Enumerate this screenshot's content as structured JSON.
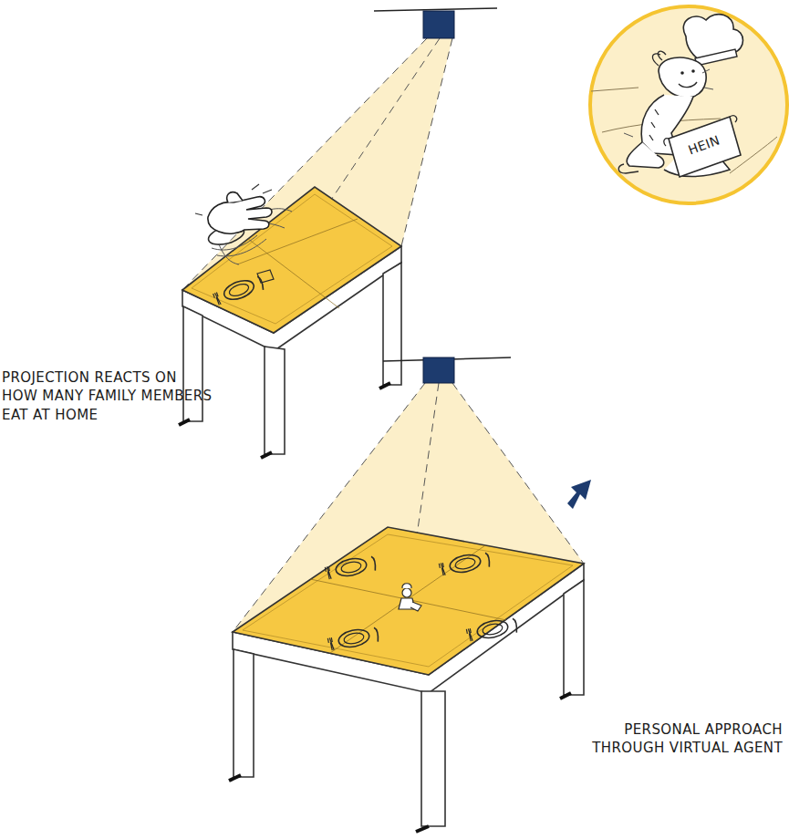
{
  "diagram": {
    "labels": [
      "PROJECTION REACTS ON HOW MANY FAMILY MEMBERS EAT AT HOME",
      "PERSONAL APPROACH THROUGH VIRTUAL AGENT",
      "HEIN"
    ]
  }
}
